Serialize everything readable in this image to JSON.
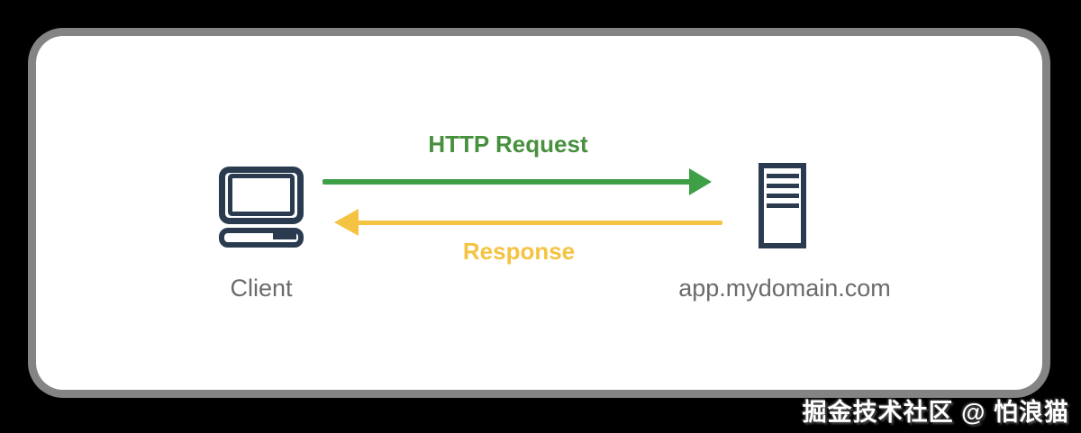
{
  "diagram": {
    "client": {
      "label": "Client"
    },
    "server": {
      "label": "app.mydomain.com"
    },
    "request": {
      "label": "HTTP Request",
      "direction": "client-to-server"
    },
    "response": {
      "label": "Response",
      "direction": "server-to-client"
    }
  },
  "watermark": {
    "text": "掘金技术社区 @ 怕浪猫"
  },
  "colors": {
    "request_green": "#3f9f47",
    "request_text_green": "#47903d",
    "response_yellow": "#f5c342",
    "icon_navy": "#2a3b4f",
    "label_gray": "#6b6b6b",
    "card_bg": "#ffffff",
    "card_shadow": "#848484",
    "page_bg": "#000000"
  }
}
